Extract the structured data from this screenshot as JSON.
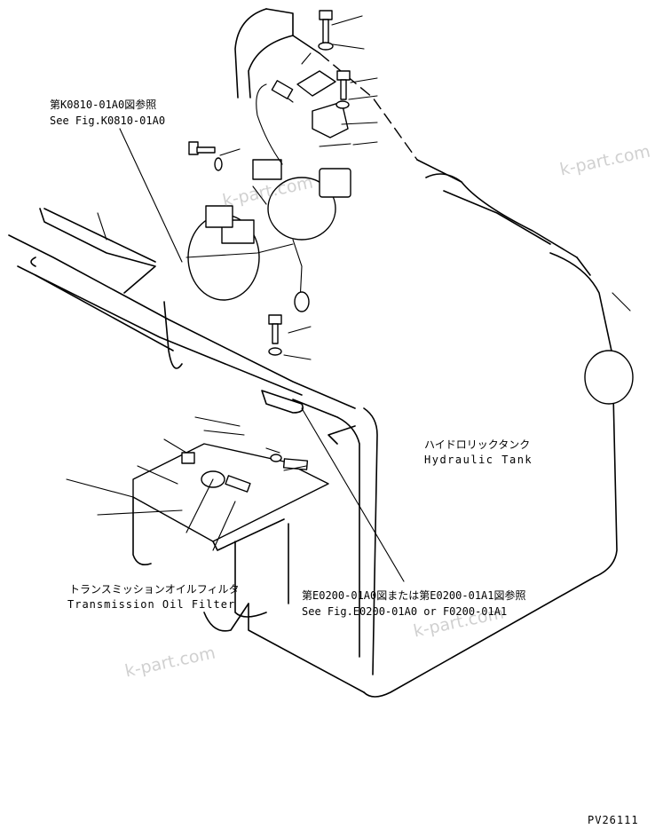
{
  "labels": {
    "ref_k0810_jp": "第K0810-01A0図参照",
    "ref_k0810_en": "See Fig.K0810-01A0",
    "hydraulic_tank_jp": "ハイドロリックタンク",
    "hydraulic_tank_en": "Hydraulic Tank",
    "trans_filter_jp": "トランスミッションオイルフィルタ",
    "trans_filter_en": "Transmission Oil Filter",
    "ref_e0200_jp": "第E0200-01A0図または第E0200-01A1図参照",
    "ref_e0200_en": "See Fig.E0200-01A0 or F0200-01A1",
    "drawing_number": "PV26111"
  },
  "watermarks": [
    "k-part.com",
    "k-part.com",
    "k-part.com",
    "k-part.com"
  ]
}
